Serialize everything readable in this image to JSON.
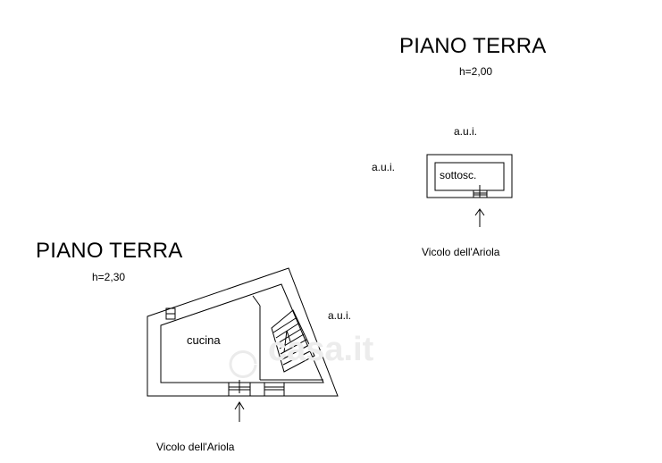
{
  "plan_right": {
    "title": "PIANO TERRA",
    "height_label": "h=2,00",
    "adjacent_top": "a.u.i.",
    "adjacent_left": "a.u.i.",
    "room_label": "sottosc.",
    "street_label": "Vicolo dell'Ariola"
  },
  "plan_left": {
    "title": "PIANO TERRA",
    "height_label": "h=2,30",
    "adjacent_right": "a.u.i.",
    "room_label": "cucina",
    "street_label": "Vicolo dell'Ariola"
  },
  "watermark": {
    "text": "casa.it"
  }
}
